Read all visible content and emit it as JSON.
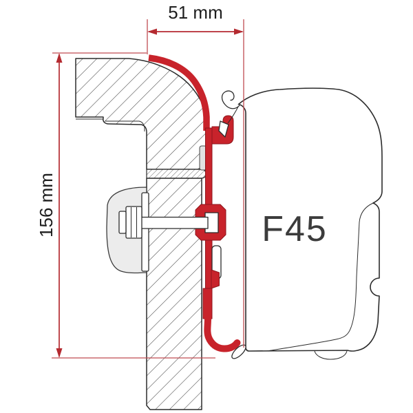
{
  "diagram": {
    "dimensions": {
      "width_label": "51 mm",
      "height_label": "156 mm"
    },
    "product_label": "F45",
    "colors": {
      "adapter_red": "#c8232b",
      "adapter_red_dark": "#8e161c",
      "dimension_red": "#b42a30",
      "extension_red": "#bf4b50",
      "outline": "#2b2b2b",
      "hatch": "#4c4c4c",
      "pad_gray": "#ececec",
      "strip_gray": "#e2e2e2",
      "text_dark": "#1e1e1e",
      "label_gray": "#3c3c3c",
      "background": "#ffffff"
    }
  }
}
